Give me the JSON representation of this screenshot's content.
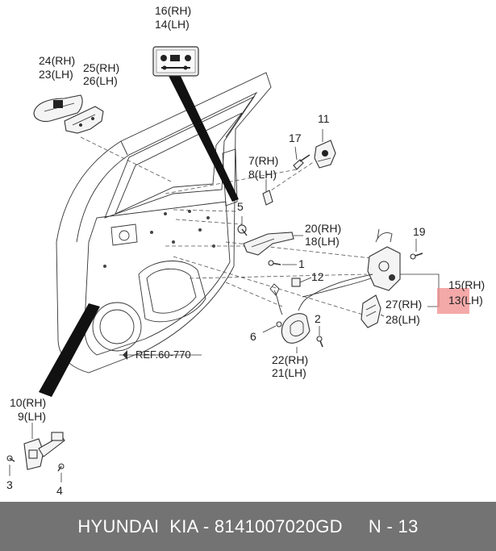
{
  "labels": {
    "p16": "16(RH)",
    "p14": "14(LH)",
    "p24": "24(RH)",
    "p23": "23(LH)",
    "p25": "25(RH)",
    "p26": "26(LH)",
    "p11": "11",
    "p17": "17",
    "p7": "7(RH)",
    "p8": "8(LH)",
    "p5": "5",
    "p20": "20(RH)",
    "p18": "18(LH)",
    "p19": "19",
    "p1": "1",
    "p12": "12",
    "p15": "15(RH)",
    "p13": "13(LH)",
    "p27": "27(RH)",
    "p28": "28(LH)",
    "p2": "2",
    "p6": "6",
    "p22": "22(RH)",
    "p21": "21(LH)",
    "p10": "10(RH)",
    "p9": "9(LH)",
    "p3": "3",
    "p4": "4",
    "ref": "REF.60-770"
  },
  "highlight_color": "#f08c8c",
  "footer": {
    "text": "HYUNDAI  KIA - 8141007020GD     N - 13",
    "bg_color": "#737373"
  }
}
